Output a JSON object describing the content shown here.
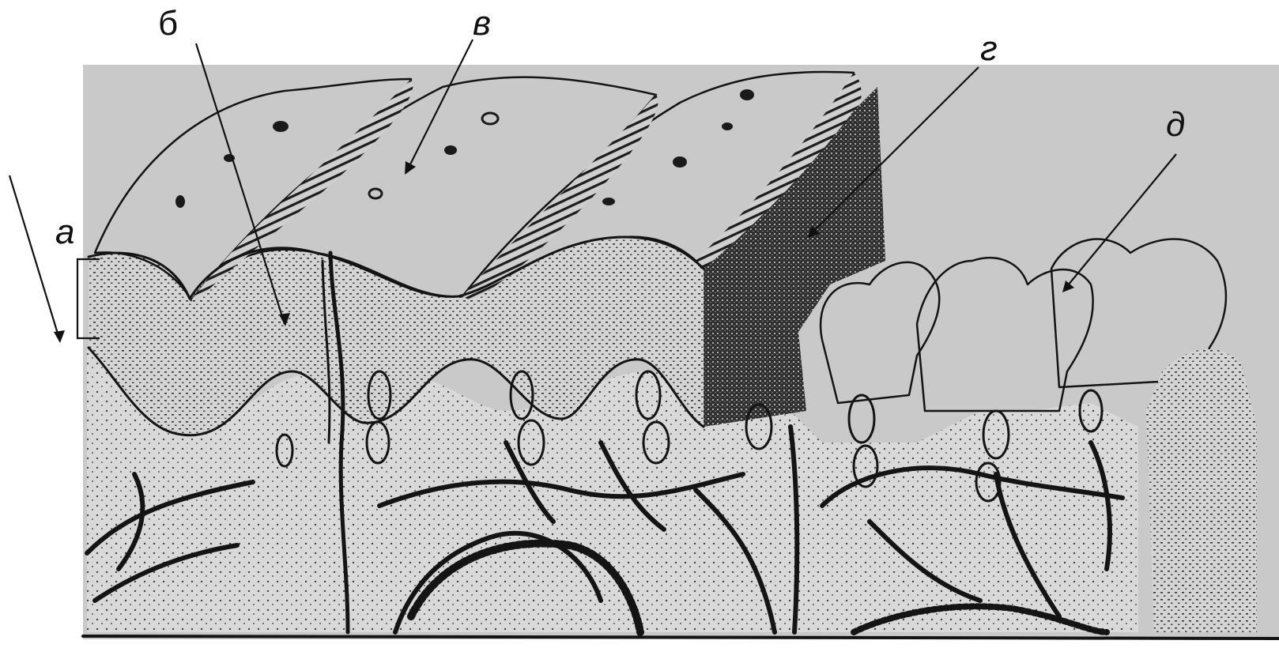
{
  "diagram": {
    "labels": {
      "a": "а",
      "b": "б",
      "v": "в",
      "g": "г",
      "d": "д"
    },
    "colors": {
      "background": "#ffffff",
      "plate": "#c9c9c9",
      "cap": "#d2d2d2",
      "epithelium": "#d6d6d6",
      "dense_block": "#3a3a3a",
      "ink": "#141414"
    }
  }
}
